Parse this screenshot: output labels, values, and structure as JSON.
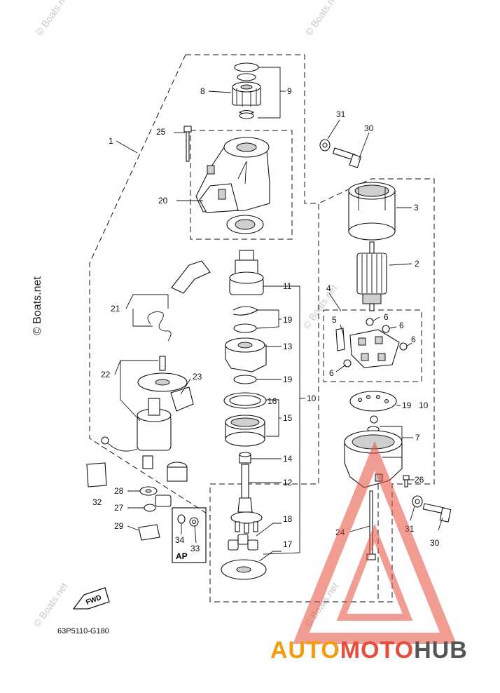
{
  "diagram": {
    "code": "63P5110-G180",
    "fwd_label": "FWD",
    "ap_label": "AP",
    "watermark": "© Boats.net",
    "logo": {
      "part1": "AUTO",
      "part2": "MOTO",
      "part3": "HUB",
      "color_orange": "#f39c12",
      "color_red": "#e74c3c",
      "color_grey": "#555555"
    },
    "callouts": {
      "c1": "1",
      "c2": "2",
      "c3": "3",
      "c4": "4",
      "c5": "5",
      "c6a": "6",
      "c6b": "6",
      "c6c": "6",
      "c6d": "6",
      "c7": "7",
      "c8": "8",
      "c9": "9",
      "c10a": "10",
      "c10b": "10",
      "c11": "11",
      "c12": "12",
      "c13": "13",
      "c14": "14",
      "c15": "15",
      "c16": "16",
      "c17": "17",
      "c18": "18",
      "c19a": "19",
      "c19b": "19",
      "c19c": "19",
      "c20": "20",
      "c21": "21",
      "c22": "22",
      "c23": "23",
      "c24": "24",
      "c25": "25",
      "c26": "26",
      "c27": "27",
      "c28": "28",
      "c29": "29",
      "c30a": "30",
      "c30b": "30",
      "c31a": "31",
      "c31b": "31",
      "c32": "32",
      "c33": "33",
      "c34": "34"
    }
  }
}
